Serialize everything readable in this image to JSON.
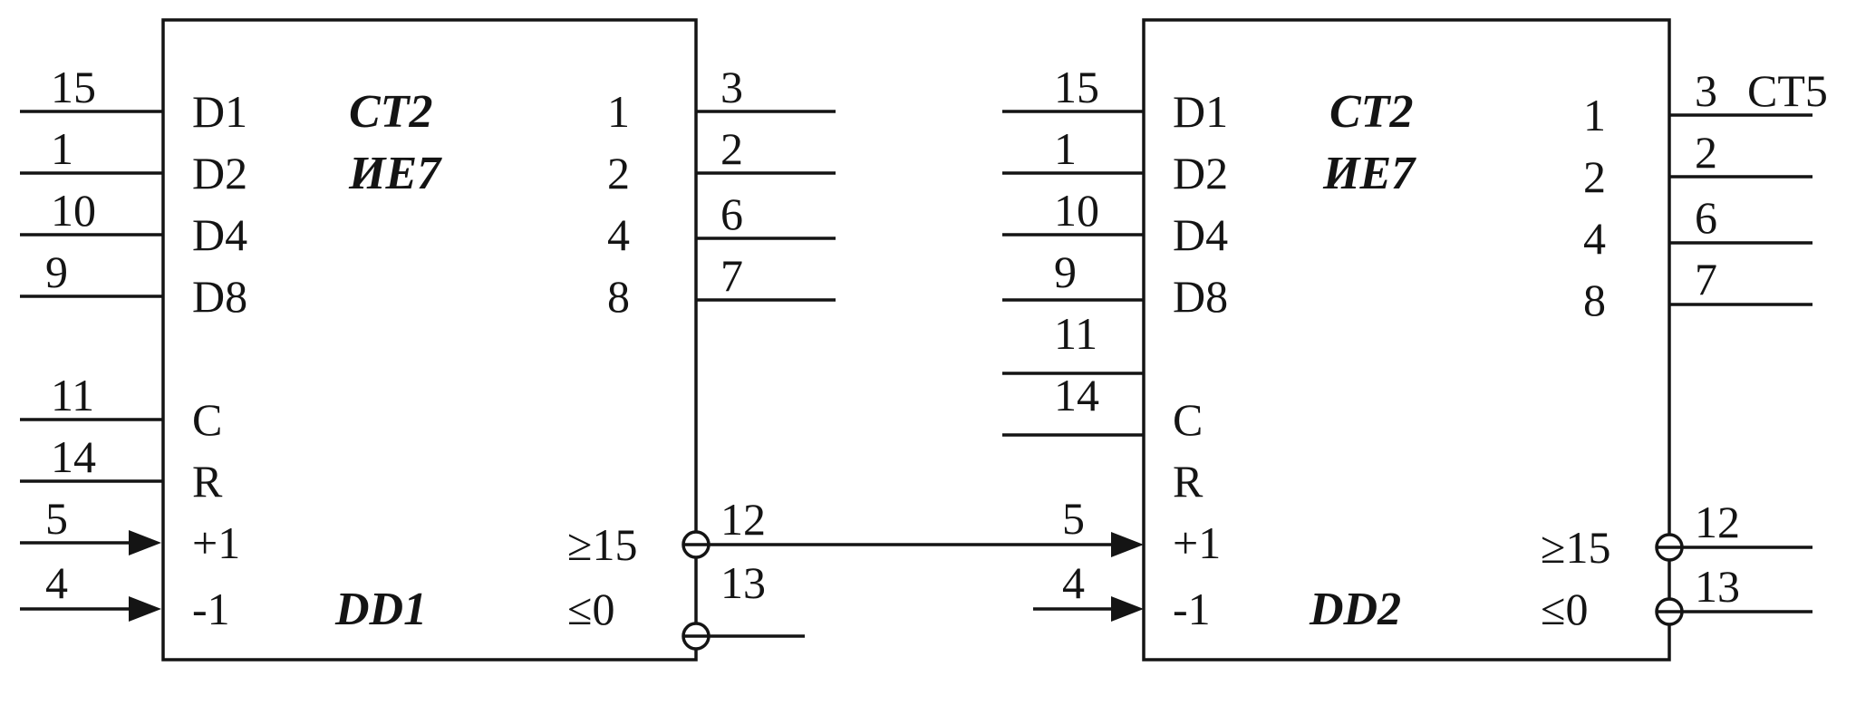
{
  "dd1": {
    "title_line1": "CT2",
    "title_line2": "ИЕ7",
    "name": "DD1",
    "labels": {
      "d1": "D1",
      "d2": "D2",
      "d4": "D4",
      "d8": "D8",
      "c": "C",
      "r": "R",
      "plus1": "+1",
      "minus1": "-1",
      "q1": "1",
      "q2": "2",
      "q4": "4",
      "q8": "8",
      "ge15": "≥15",
      "le0": "≤0"
    },
    "pins": {
      "d1": "15",
      "d2": "1",
      "d4": "10",
      "d8": "9",
      "c": "11",
      "r": "14",
      "plus1": "5",
      "minus1": "4",
      "q1": "3",
      "q2": "2",
      "q4": "6",
      "q8": "7",
      "ge15": "12",
      "le0": "13"
    }
  },
  "dd2": {
    "title_line1": "CT2",
    "title_line2": "ИЕ7",
    "name": "DD2",
    "labels": {
      "d1": "D1",
      "d2": "D2",
      "d4": "D4",
      "d8": "D8",
      "c": "C",
      "r": "R",
      "plus1": "+1",
      "minus1": "-1",
      "q1": "1",
      "q2": "2",
      "q4": "4",
      "q8": "8",
      "ge15": "≥15",
      "le0": "≤0"
    },
    "pins": {
      "d1": "15",
      "d2": "1",
      "d4": "10",
      "d8": "9",
      "c": "11",
      "r": "14",
      "plus1": "5",
      "minus1": "4",
      "q1": "3",
      "q2": "2",
      "q4": "6",
      "q8": "7",
      "ge15": "12",
      "le0": "13"
    },
    "output_note": "CT5"
  }
}
